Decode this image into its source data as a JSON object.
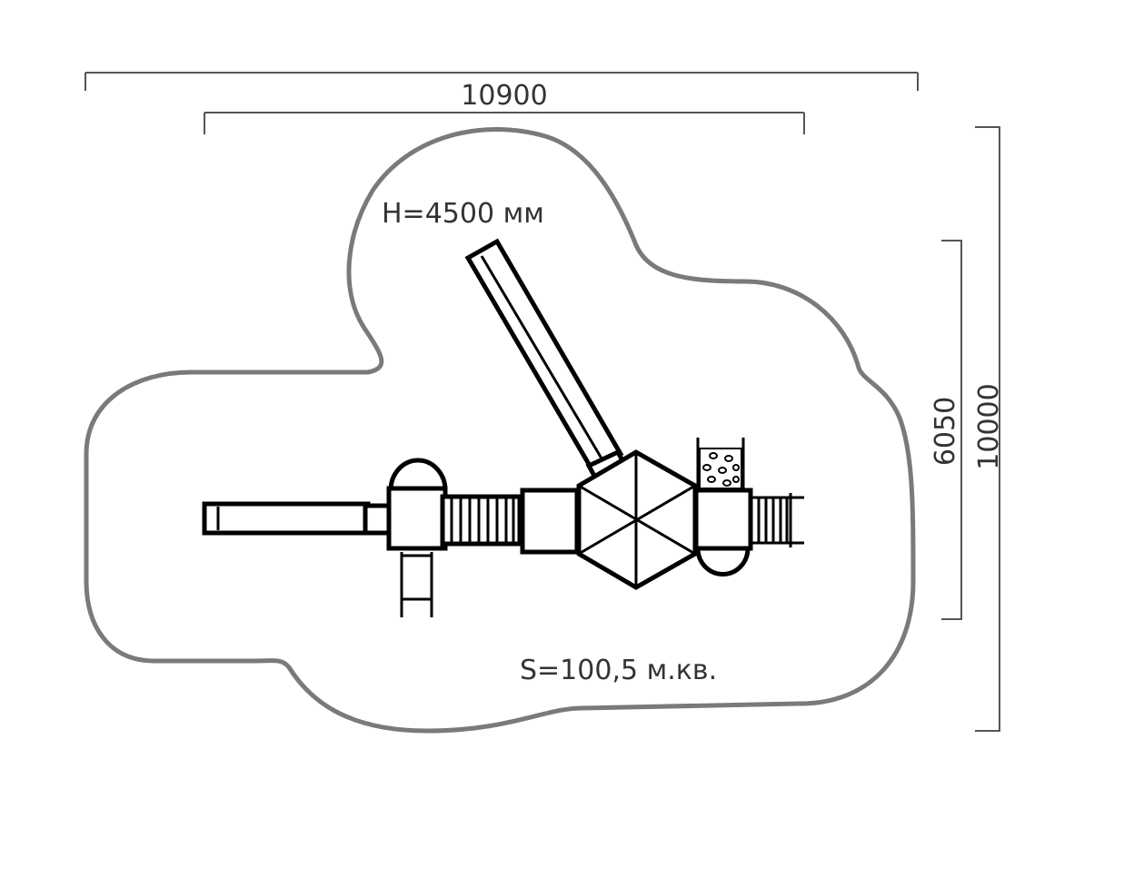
{
  "dimensions": {
    "overall_width": "10900",
    "equipment_height": "6050",
    "overall_height": "10000"
  },
  "annotations": {
    "height": "H=4500 мм",
    "area": "S=100,5 м.кв."
  },
  "colors": {
    "zone_outline": "#7a7a7a",
    "dimension_lines": "#555555",
    "equipment": "#000000"
  }
}
